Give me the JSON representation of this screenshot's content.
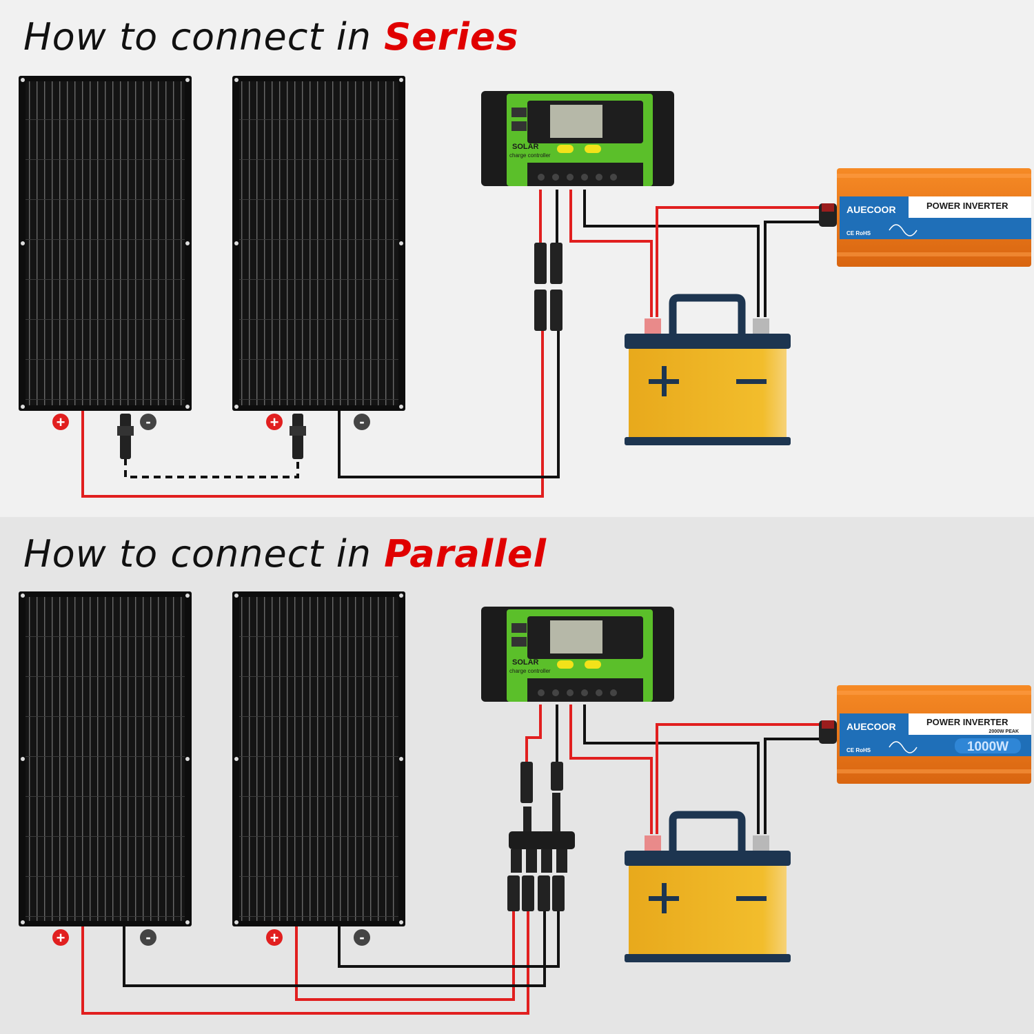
{
  "series": {
    "heading_prefix": "How to connect in ",
    "heading_accent": "Series",
    "plus_symbol": "+",
    "minus_symbol": "-",
    "controller": {
      "brand": "SOLAR",
      "subtitle": "charge controller"
    },
    "inverter": {
      "brand": "AUECOOR",
      "title": "POWER INVERTER",
      "rating": "",
      "peak": "",
      "cert": "CE RoHS"
    }
  },
  "parallel": {
    "heading_prefix": "How to connect in ",
    "heading_accent": "Parallel",
    "plus_symbol": "+",
    "minus_symbol": "-",
    "controller": {
      "brand": "SOLAR",
      "subtitle": "charge controller"
    },
    "inverter": {
      "brand": "AUECOOR",
      "title": "POWER INVERTER",
      "rating": "1000W",
      "peak": "2000W PEAK",
      "cert": "CE RoHS"
    }
  },
  "colors": {
    "positive_wire": "#e11f1f",
    "negative_wire": "#111111",
    "accent_text": "#e00000",
    "battery_body": "#f0b92a",
    "inverter_body": "#f07f1a",
    "controller_body": "#5bbf2a"
  }
}
